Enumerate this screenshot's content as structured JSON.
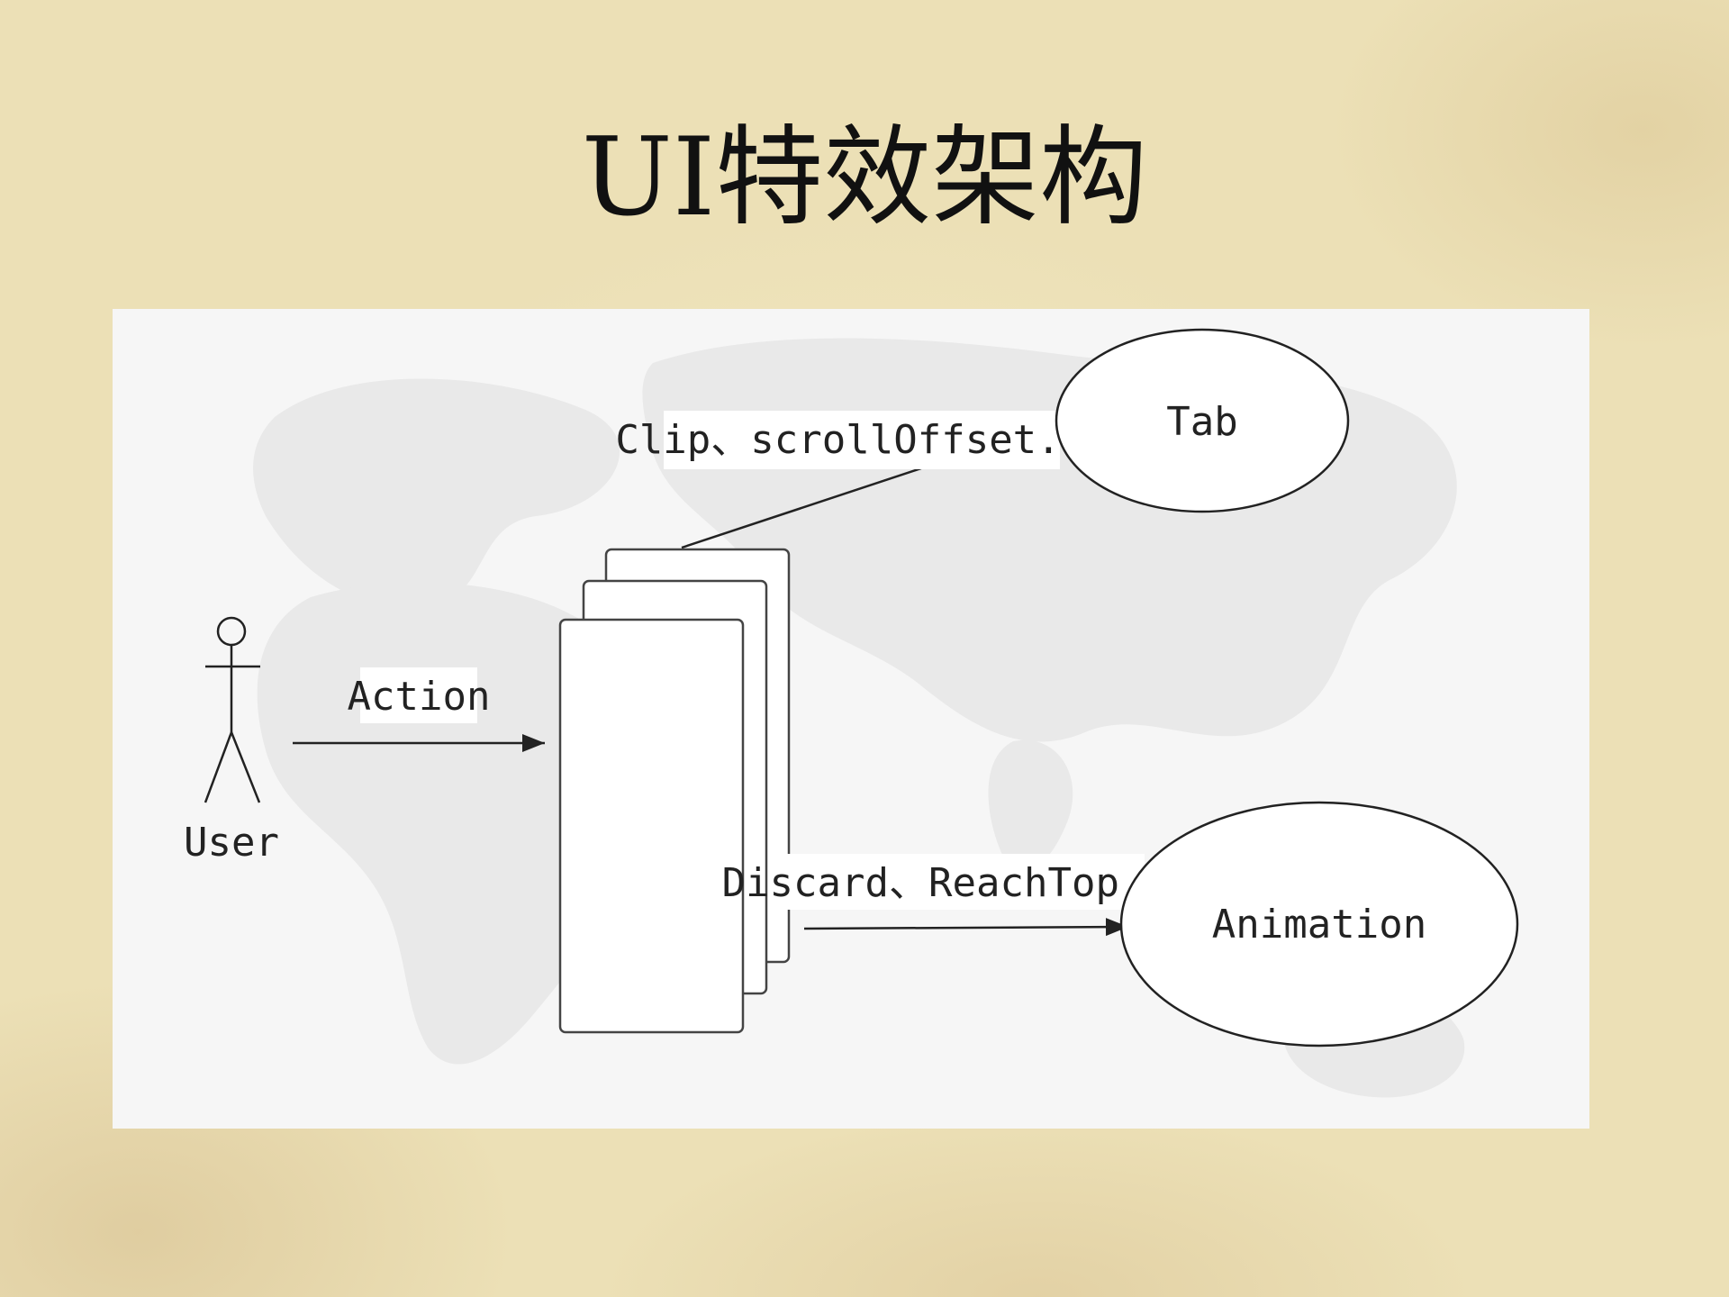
{
  "slide": {
    "title": "UI特效架构"
  },
  "diagram": {
    "actor_label": "User",
    "action_label": "Action",
    "tab_edge_label": "Clip、scrollOffset...",
    "tab_node_label": "Tab",
    "animation_edge_label": "Discard、ReachTop...",
    "animation_node_label": "Animation"
  },
  "colors": {
    "background": "#ece0b6",
    "panel": "#f6f6f6",
    "stroke": "#222222"
  }
}
